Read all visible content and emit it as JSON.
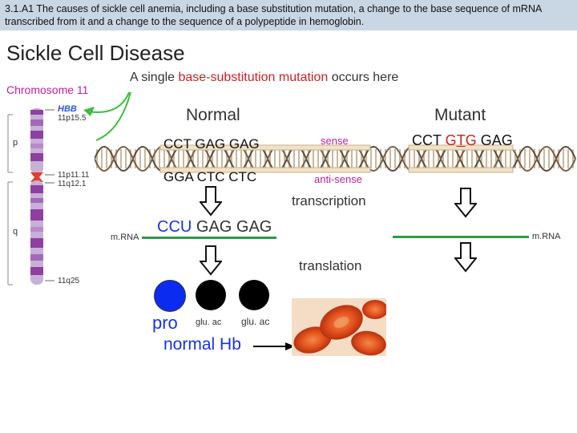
{
  "banner_text": "3.1.A1 The causes of sickle cell anemia, including a base substitution mutation, a change to the base sequence of mRNA transcribed from it and a change to the sequence of a polypeptide in hemoglobin.",
  "title": "Sickle Cell Disease",
  "chromosome": {
    "name": "Chromosome 11",
    "gene": "HBB",
    "bands": [
      "11p15.5",
      "11p11.11",
      "11q12.1",
      "11q25"
    ],
    "arm_p": "p",
    "arm_q": "q"
  },
  "annotation": {
    "prefix": "A single ",
    "highlight": "base-substitution mutation",
    "suffix": " occurs here"
  },
  "normal": {
    "heading": "Normal",
    "sense": "CCT GAG GAG",
    "antisense": "GGA CTC CTC",
    "mrna_codon1": "CCU",
    "mrna_rest": " GAG GAG",
    "mrna_label": "m.RNA"
  },
  "mutant": {
    "heading": "Mutant",
    "seq_a": "CCT ",
    "seq_mut1": "G",
    "seq_mut2": "T",
    "seq_mut3": "G",
    "seq_c": " GAG",
    "mrna_label": "m.RNA"
  },
  "labels": {
    "sense": "sense",
    "antisense": "anti-sense",
    "transcription": "transcription",
    "translation": "translation"
  },
  "amino_acids": {
    "aa1": "pro",
    "aa2": "glu. ac",
    "aa3": "glu. ac"
  },
  "normal_hb": "normal Hb",
  "colors": {
    "red": "#d11f1f",
    "blue": "#1a32e8",
    "mrna_green": "#2e9b48",
    "pro_blue": "#0c2bf0",
    "chromosome": "#8e3fa0"
  }
}
